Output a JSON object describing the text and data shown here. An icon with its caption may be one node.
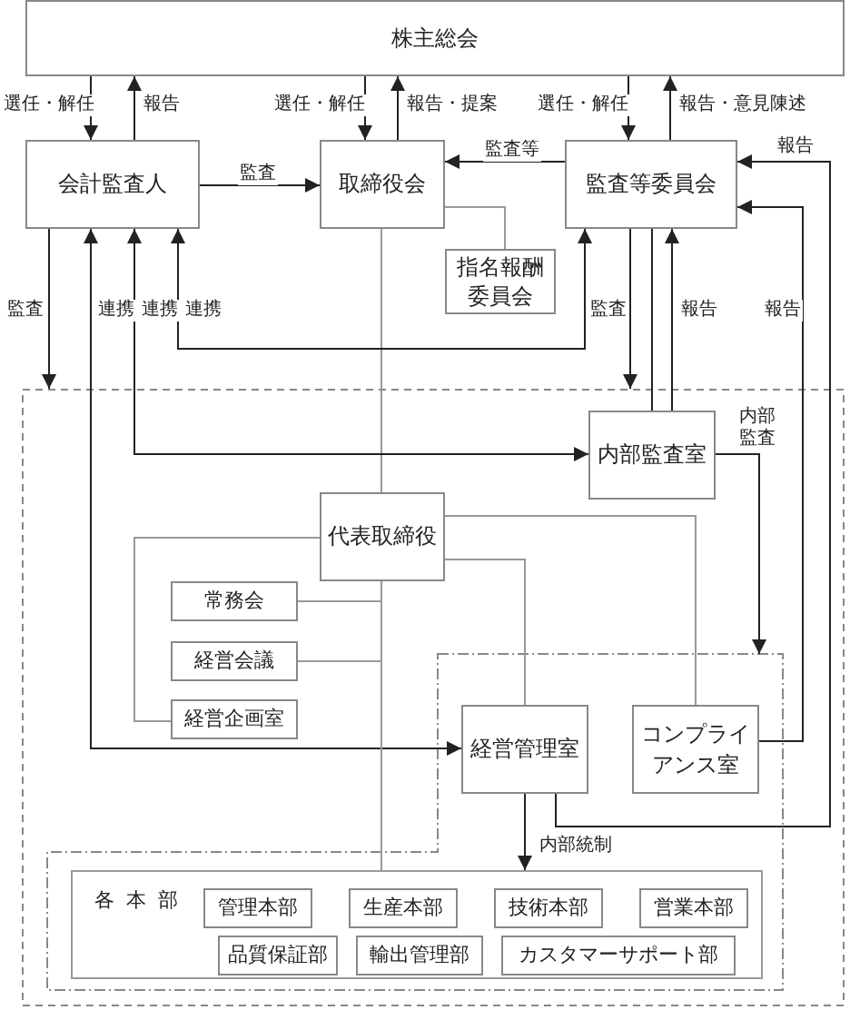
{
  "diagram": {
    "nodes": [
      {
        "text": [
          "株主総会"
        ]
      },
      {
        "text": [
          "会計監査人"
        ]
      },
      {
        "text": [
          "取締役会"
        ]
      },
      {
        "text": [
          "監査等委員会"
        ]
      },
      {
        "text": [
          "指名報酬委員会"
        ]
      },
      {
        "text": [],
        "shape": "box"
      },
      {
        "text": [
          "内部監査室"
        ],
        "in": 5
      },
      {
        "text": [
          "代表取締役"
        ],
        "in": 5
      },
      {
        "text": [
          "常務会"
        ],
        "in": 5
      },
      {
        "text": [
          "経営会議"
        ],
        "in": 5
      },
      {
        "text": [
          "経営企画室"
        ],
        "in": 5
      },
      {
        "text": [],
        "shape": "box",
        "in": 5
      },
      {
        "text": [
          "経営管理室"
        ],
        "in": 11
      },
      {
        "text": [
          "コンプライアンス室"
        ],
        "in": 11
      },
      {
        "text": [
          "各本部"
        ],
        "in": 11
      },
      {
        "text": [
          "管理本部"
        ],
        "in": 14
      },
      {
        "text": [
          "生産本部"
        ],
        "in": 14
      },
      {
        "text": [
          "技術本部"
        ],
        "in": 14
      },
      {
        "text": [
          "営業本部"
        ],
        "in": 14
      },
      {
        "text": [
          "品質保証部"
        ],
        "in": 14
      },
      {
        "text": [
          "輸出管理部"
        ],
        "in": 14
      },
      {
        "text": [
          "カスタマーサポート部"
        ],
        "in": 14
      }
    ],
    "edges": [
      {
        "from": 0,
        "to": 1,
        "arrow": "to",
        "label": "選任・解任"
      },
      {
        "from": 1,
        "to": 0,
        "arrow": "to",
        "label": "報告"
      },
      {
        "from": 0,
        "to": 2,
        "arrow": "to",
        "label": "選任・解任"
      },
      {
        "from": 2,
        "to": 0,
        "arrow": "to",
        "label": "報告・提案"
      },
      {
        "from": 0,
        "to": 3,
        "arrow": "to",
        "label": "選任・解任"
      },
      {
        "from": 3,
        "to": 0,
        "arrow": "to",
        "label": "報告・意見陳述"
      },
      {
        "from": 1,
        "to": 2,
        "arrow": "to",
        "label": "監査"
      },
      {
        "from": 3,
        "to": 2,
        "arrow": "to",
        "label": "監査等"
      },
      {
        "from": 2,
        "to": 4,
        "arrow": "none",
        "color": "#999999"
      },
      {
        "from": 2,
        "to": 7,
        "arrow": "none",
        "color": "#999999"
      },
      {
        "from": 1,
        "to": 5,
        "arrow": "to",
        "label": "監査"
      },
      {
        "from": 3,
        "to": 5,
        "arrow": "to",
        "label": "監査"
      },
      {
        "from": 1,
        "to": 3,
        "arrow": "both",
        "label": "連携"
      },
      {
        "from": 1,
        "to": 12,
        "arrow": "both",
        "label": "連携"
      },
      {
        "from": 1,
        "to": 6,
        "arrow": "both",
        "label": "連携"
      },
      {
        "from": 3,
        "to": 6,
        "arrow": "none"
      },
      {
        "from": 6,
        "to": 3,
        "arrow": "to",
        "label": "報告"
      },
      {
        "from": 13,
        "to": 3,
        "arrow": "to",
        "label": "報告"
      },
      {
        "from": 12,
        "to": 3,
        "arrow": "to",
        "label": "報告"
      },
      {
        "from": 6,
        "to": 11,
        "arrow": "to",
        "label": "内部監査"
      },
      {
        "from": 7,
        "to": 8,
        "arrow": "none",
        "color": "#999999"
      },
      {
        "from": 7,
        "to": 9,
        "arrow": "none",
        "color": "#999999"
      },
      {
        "from": 7,
        "to": 10,
        "arrow": "none",
        "color": "#999999"
      },
      {
        "from": 7,
        "to": 12,
        "arrow": "none",
        "color": "#999999"
      },
      {
        "from": 7,
        "to": 13,
        "arrow": "none",
        "color": "#999999"
      },
      {
        "from": 7,
        "to": 14,
        "arrow": "none",
        "color": "#999999"
      },
      {
        "from": 12,
        "to": 14,
        "arrow": "to",
        "label": "内部統制"
      }
    ]
  }
}
